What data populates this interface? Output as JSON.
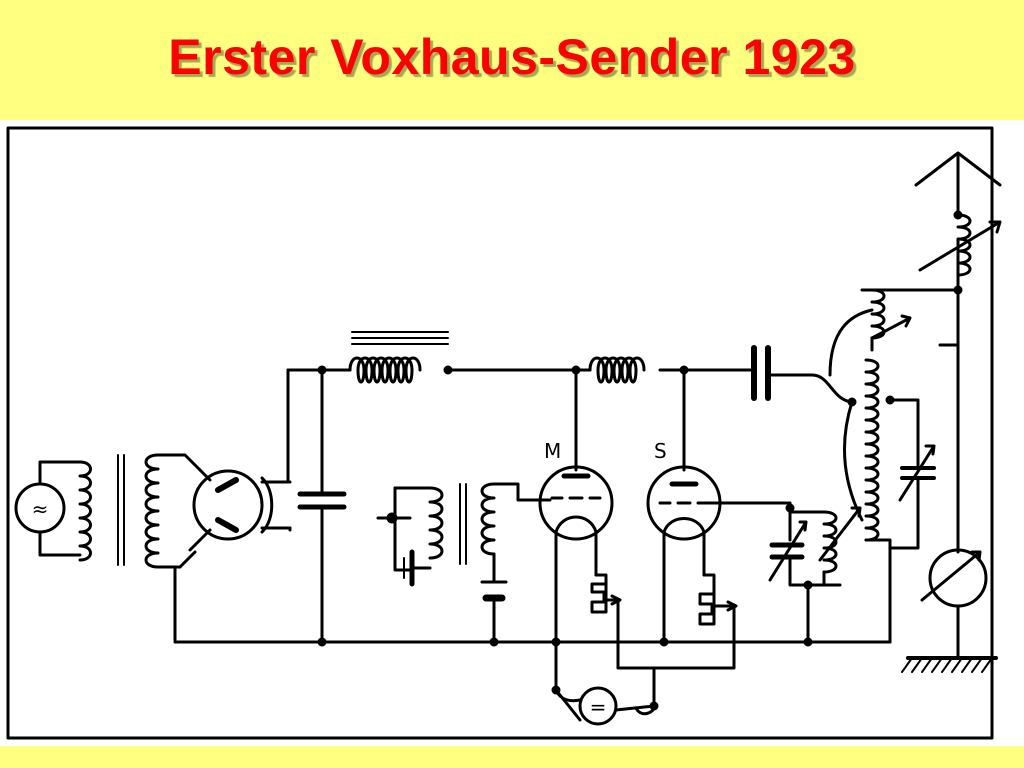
{
  "slide": {
    "title": "Erster Voxhaus-Sender 1923"
  },
  "schematic": {
    "tube_labels": {
      "modulator": "M",
      "oscillator": "S"
    },
    "meter_symbols": {
      "ac_source": "≈",
      "dc_source": "="
    }
  },
  "colors": {
    "background": "#ffff80",
    "title": "#ff0000",
    "diagram_background": "#ffffff",
    "lines": "#000000"
  }
}
